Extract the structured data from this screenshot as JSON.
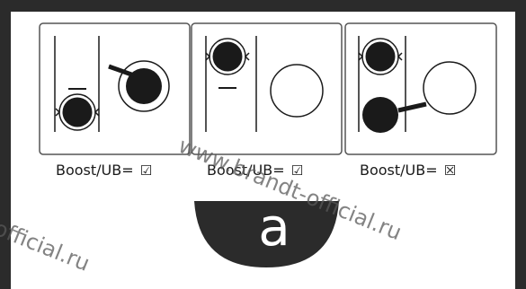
{
  "panels": [
    {
      "label": "Boost/UB=",
      "symbol": "☑"
    },
    {
      "label": "Boost/UB=",
      "symbol": "☑"
    },
    {
      "label": "Boost/UB=",
      "symbol": "☒"
    }
  ],
  "badge": {
    "letter": "a"
  },
  "watermarks": {
    "main": "www.brandt-official.ru",
    "left": "official.ru"
  },
  "colors": {
    "frame": "#2b2b2b",
    "ink": "#1a1a1a",
    "panel_border": "#555555",
    "watermark": "#5a5a5a"
  }
}
